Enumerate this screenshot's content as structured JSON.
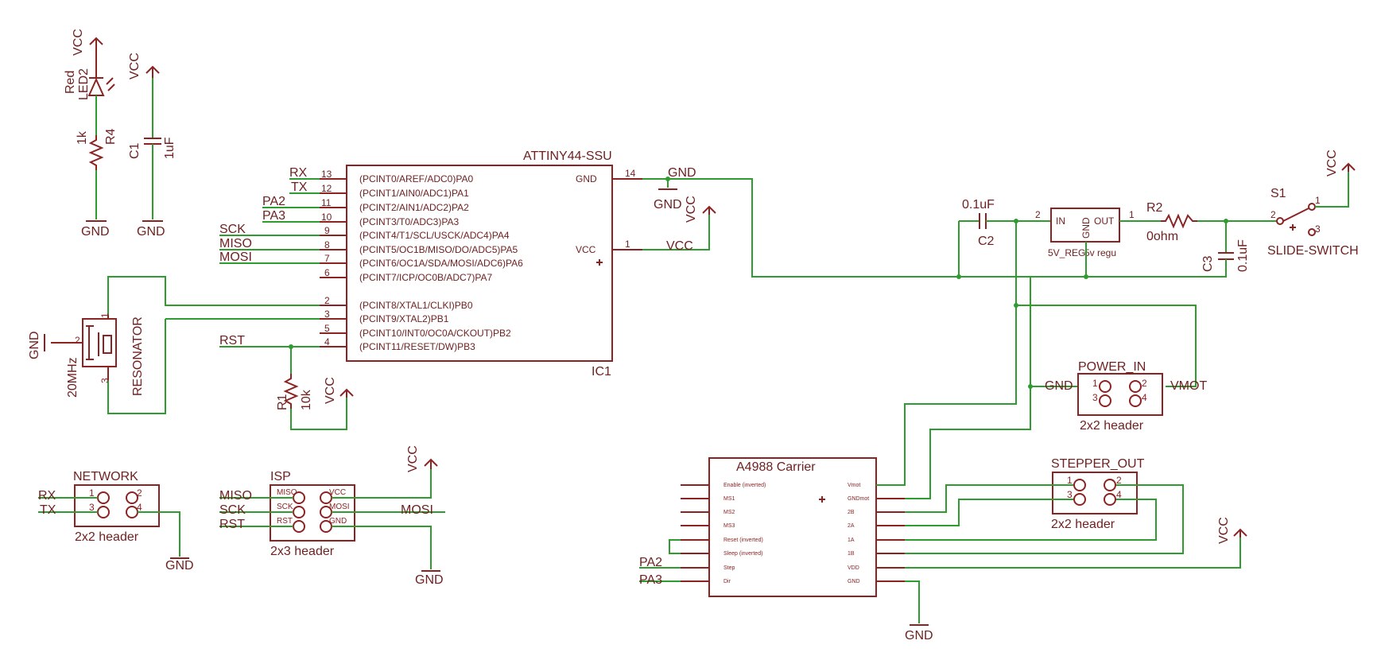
{
  "labels": {
    "vcc": "VCC",
    "gnd": "GND",
    "rx": "RX",
    "tx": "TX",
    "pa2": "PA2",
    "pa3": "PA3",
    "sck": "SCK",
    "miso": "MISO",
    "mosi": "MOSI",
    "rst": "RST",
    "vmot": "VMOT"
  },
  "led": {
    "color": "Red",
    "name": "LED2"
  },
  "r4": {
    "name": "R4",
    "value": "1k"
  },
  "c1": {
    "name": "C1",
    "value": "1uF"
  },
  "resonator": {
    "name": "RESONATOR",
    "value": "20MHz"
  },
  "r1": {
    "name": "R1",
    "value": "10k"
  },
  "ic1": {
    "part": "ATTINY44-SSU",
    "ref": "IC1",
    "pins_left": [
      {
        "num": "13",
        "name": "(PCINT0/AREF/ADC0)PA0"
      },
      {
        "num": "12",
        "name": "(PCINT1/AIN0/ADC1)PA1"
      },
      {
        "num": "11",
        "name": "(PCINT2/AIN1/ADC2)PA2"
      },
      {
        "num": "10",
        "name": "(PCINT3/T0/ADC3)PA3"
      },
      {
        "num": "9",
        "name": "(PCINT4/T1/SCL/USCK/ADC4)PA4"
      },
      {
        "num": "8",
        "name": "(PCINT5/OC1B/MISO/DO/ADC5)PA5"
      },
      {
        "num": "7",
        "name": "(PCINT6/OC1A/SDA/MOSI/ADC6)PA6"
      },
      {
        "num": "6",
        "name": "(PCINT7/ICP/OC0B/ADC7)PA7"
      },
      {
        "num": "2",
        "name": "(PCINT8/XTAL1/CLKI)PB0"
      },
      {
        "num": "3",
        "name": "(PCINT9/XTAL2)PB1"
      },
      {
        "num": "5",
        "name": "(PCINT10/INT0/OC0A/CKOUT)PB2"
      },
      {
        "num": "4",
        "name": "(PCINT11/RESET/DW)PB3"
      }
    ],
    "gnd_name": "GND",
    "gnd_num": "14",
    "vcc_name": "VCC",
    "vcc_num": "1"
  },
  "c2": {
    "name": "C2",
    "value": "0.1uF"
  },
  "c3": {
    "name": "C3",
    "value": "0.1uF"
  },
  "regulator": {
    "in": "IN",
    "out": "OUT",
    "gnd": "GND",
    "pin_in": "2",
    "pin_out": "1",
    "name": "5V_REG",
    "value": "5v regu"
  },
  "r2": {
    "name": "R2",
    "value": "0ohm"
  },
  "s1": {
    "name": "S1",
    "value": "SLIDE-SWITCH",
    "p1": "1",
    "p2": "2",
    "p3": "3"
  },
  "power_in": {
    "name": "POWER_IN",
    "value": "2x2 header",
    "pins": [
      "1",
      "2",
      "3",
      "4"
    ]
  },
  "network": {
    "name": "NETWORK",
    "value": "2x2 header",
    "pins": [
      "1",
      "2",
      "3",
      "4"
    ]
  },
  "isp": {
    "name": "ISP",
    "value": "2x3 header",
    "pins": [
      "MISO",
      "VCC",
      "SCK",
      "MOSI",
      "RST",
      "GND"
    ]
  },
  "stepper_out": {
    "name": "STEPPER_OUT",
    "value": "2x2 header",
    "pins": [
      "1",
      "2",
      "3",
      "4"
    ]
  },
  "a4988": {
    "name": "A4988 Carrier",
    "left_pins": [
      "Enable (inverted)",
      "MS1",
      "MS2",
      "MS3",
      "Reset (inverted)",
      "Sleep (inverted)",
      "Step",
      "Dir"
    ],
    "right_pins": [
      "Vmot",
      "GNDmot",
      "2B",
      "2A",
      "1A",
      "1B",
      "VDD",
      "GND"
    ]
  }
}
